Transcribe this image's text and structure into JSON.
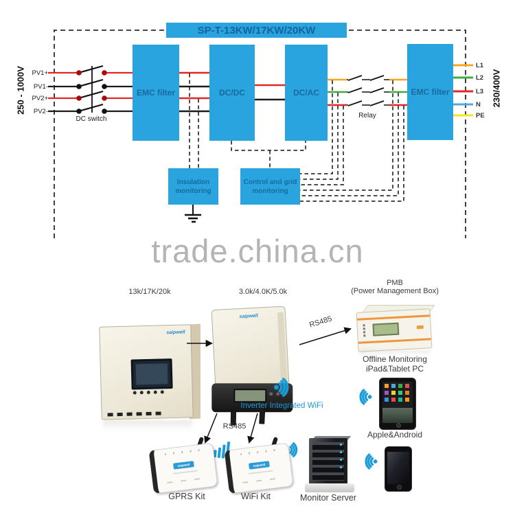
{
  "top_diagram": {
    "banner": "SP-T-13KW/17KW/20KW",
    "left_voltage": "250 - 1000V",
    "right_voltage": "230/400V",
    "pv": [
      "PV1+",
      "PV1-",
      "PV2+",
      "PV2-"
    ],
    "dc_switch_label": "DC switch",
    "relay_label": "Relay",
    "emc_filter_left": "EMC filter",
    "dcdc": "DC/DC",
    "dcac": "DC/AC",
    "emc_filter_right": "EMC filter",
    "insulation_block": "Insulation monitoring",
    "control_block": "Control and grid monitoring",
    "ac_outputs": [
      "L1",
      "L2",
      "L3",
      "N",
      "PE"
    ]
  },
  "watermark": "trade.china.cn",
  "bottom_diagram": {
    "large_inverter_label": "13k/17K/20k",
    "small_inverter_label": "3.0k/4.0K/5.0k",
    "pmb_title": "PMB",
    "pmb_subtitle": "(Power Management Box)",
    "offline_line1": "Offline Monitoring",
    "offline_line2": "iPad&Tablet PC",
    "rs485_pmb": "RS485",
    "rs485_kits": "RS485",
    "integrated_wifi": "Inverter Integrated WiFi",
    "gprs_kit": "GPRS Kit",
    "wifi_kit": "WiFi Kit",
    "monitor_server": "Monitor Server",
    "apple_android": "Apple&Android",
    "brand_logo": "saipwell"
  },
  "icons": {
    "wifi_icon": "blue dot with radiating arcs",
    "gprs_bars_icon": "blue ascending signal bars",
    "ground_icon": "earth ground symbol",
    "arrow_icon": "black connection arrow"
  },
  "colors": {
    "block_blue": "#2aa4df",
    "block_text_blue": "#176a9f",
    "wire_red": "#e02721",
    "wire_black": "#1a1a1a",
    "wire_orange": "#f5a623",
    "wire_green": "#3cae3c",
    "wire_blue": "#4fa8dc",
    "wire_yellow": "#ffe11a",
    "wifi_blue": "#1b9cd8",
    "watermark_gray": "#b4b4b4",
    "pmb_stripe_orange": "#f0953c"
  }
}
